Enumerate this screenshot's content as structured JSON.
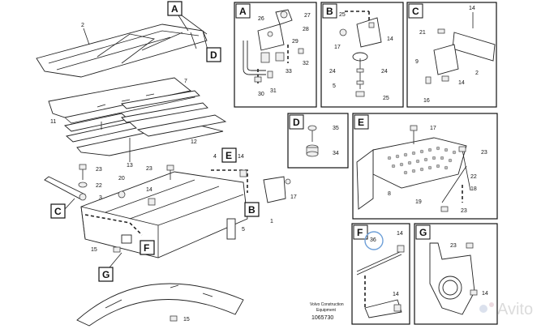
{
  "letters": [
    "A",
    "B",
    "C",
    "D",
    "E",
    "F",
    "G"
  ],
  "callouts": {
    "main": [
      "2",
      "7",
      "11",
      "12",
      "13",
      "4",
      "14",
      "23",
      "20",
      "3",
      "22",
      "23",
      "1",
      "5",
      "17",
      "14",
      "15",
      "15"
    ],
    "A": [
      "26",
      "27",
      "28",
      "29",
      "32",
      "33",
      "30",
      "31"
    ],
    "B": [
      "25",
      "17",
      "14",
      "24",
      "24",
      "5",
      "25"
    ],
    "C": [
      "14",
      "21",
      "9",
      "2",
      "14",
      "16"
    ],
    "D": [
      "35",
      "34"
    ],
    "E": [
      "17",
      "23",
      "22",
      "18",
      "19",
      "23",
      "8"
    ],
    "F": [
      "36",
      "14",
      "14"
    ],
    "G": [
      "23",
      "14"
    ]
  },
  "footer": {
    "line1": "Volvo Construction",
    "line2": "Equipment",
    "number": "1065730"
  },
  "watermark": "Avito"
}
